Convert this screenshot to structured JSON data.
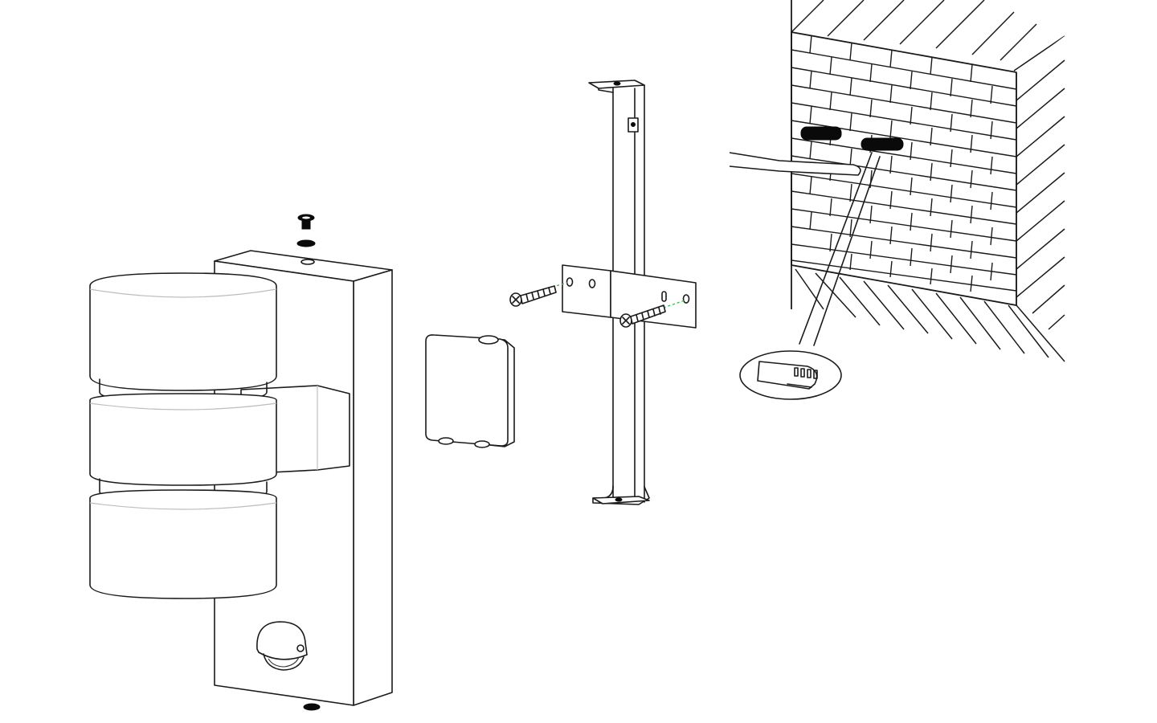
{
  "diagram": {
    "type": "exploded-assembly-view",
    "subject": "Outdoor wall lamp installation",
    "colors": {
      "line": "#1a1a1a",
      "background": "#ffffff",
      "guide": "#3cc04a",
      "fill_dark": "#0a0a0a"
    },
    "components": [
      {
        "id": "lamp",
        "label": "Wall lamp with two cylindrical heads and motion sensor"
      },
      {
        "id": "top-screw",
        "label": "Top fixing screw with seal washer"
      },
      {
        "id": "bottom-washer",
        "label": "Bottom seal washer"
      },
      {
        "id": "motion-sensor",
        "label": "PIR motion sensor"
      },
      {
        "id": "junction-box",
        "label": "Terminal / junction box"
      },
      {
        "id": "mounting-bracket",
        "label": "Vertical mounting bracket with cross plate"
      },
      {
        "id": "bracket-screws",
        "label": "Two bracket screws"
      },
      {
        "id": "wall",
        "label": "Brick wall"
      },
      {
        "id": "wall-plugs",
        "label": "Two wall plugs"
      },
      {
        "id": "mains-cable",
        "label": "Mains supply cable"
      },
      {
        "id": "detail-callout",
        "label": "Cable connector detail callout"
      }
    ]
  }
}
